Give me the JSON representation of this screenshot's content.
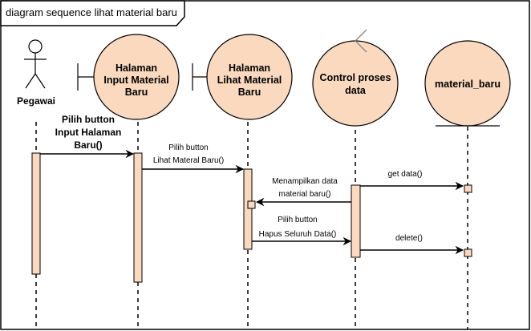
{
  "frame": {
    "title": "diagram sequence lihat material baru"
  },
  "participants": {
    "actor": {
      "label": "Pegawai",
      "kind": "actor"
    },
    "input_page": {
      "line1": "Halaman",
      "line2": "Input Material",
      "line3": "Baru",
      "kind": "boundary"
    },
    "view_page": {
      "line1": "Halaman",
      "line2": "Lihat Material",
      "line3": "Baru",
      "kind": "boundary"
    },
    "control": {
      "line1": "Control proses",
      "line2": "data",
      "kind": "control"
    },
    "entity": {
      "label": "material_baru",
      "kind": "entity"
    }
  },
  "messages": {
    "m1": {
      "line1": "Pilih button",
      "line2": "Input Halaman",
      "line3": "Baru()"
    },
    "m2": {
      "line1": "Pilih button",
      "line2": "Lihat Materal Baru()"
    },
    "m3": {
      "line1": "get data()"
    },
    "m4": {
      "line1": "Menampilkan data",
      "line2": "material baru()"
    },
    "m5": {
      "line1": "Pilih button",
      "line2": "Hapus Seluruh Data()"
    },
    "m6": {
      "line1": "delete()"
    }
  },
  "colors": {
    "object_fill": "#FAD9BE",
    "activation_fill": "#FAD9BE",
    "line": "#000000",
    "control_arrow": "#888888"
  }
}
